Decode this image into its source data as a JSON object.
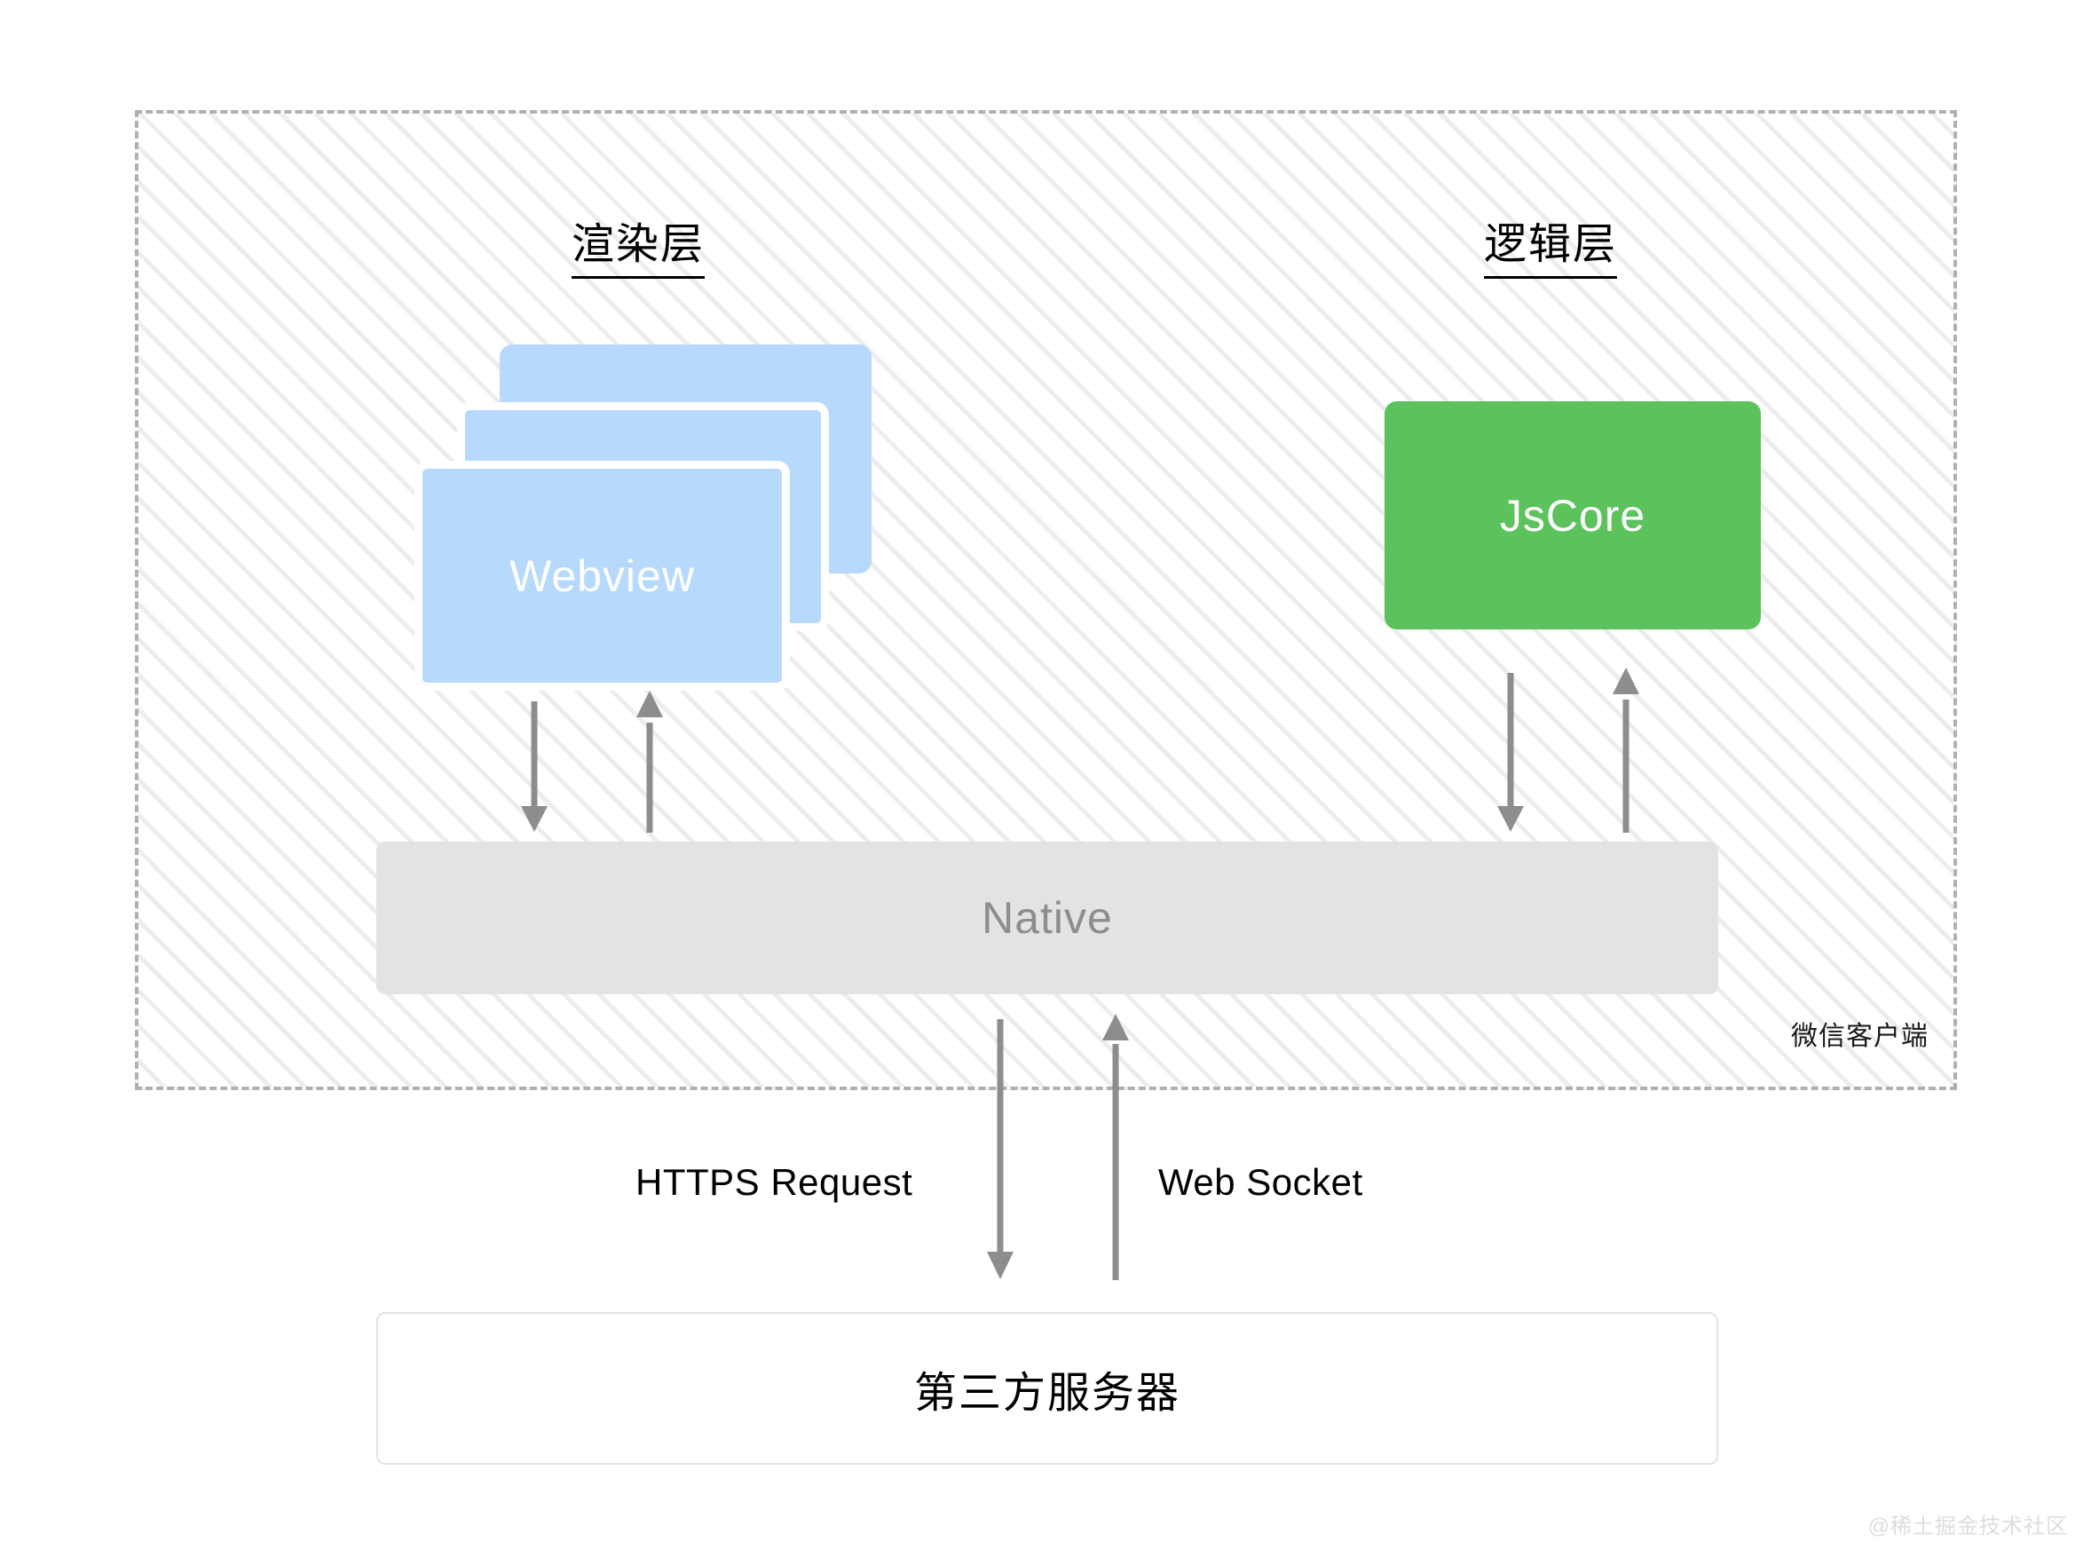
{
  "diagram": {
    "title_render_layer": "渲染层",
    "title_logic_layer": "逻辑层",
    "client_container_label": "微信客户端",
    "watermark": "@稀土掘金技术社区",
    "nodes": {
      "webview": "Webview",
      "jscore": "JsCore",
      "native": "Native",
      "server": "第三方服务器"
    },
    "edges": {
      "https_request": "HTTPS Request",
      "web_socket": "Web Socket"
    },
    "colors": {
      "webview_card": "#b7d9fc",
      "jscore_box": "#5cc25c",
      "native_bar": "#e3e3e3",
      "arrow": "#8d8d8d",
      "dashed_border": "#b0b0b0",
      "hatch_stripe": "#ededed",
      "server_border": "#e4e4e4",
      "watermark": "#dcdde0"
    }
  }
}
